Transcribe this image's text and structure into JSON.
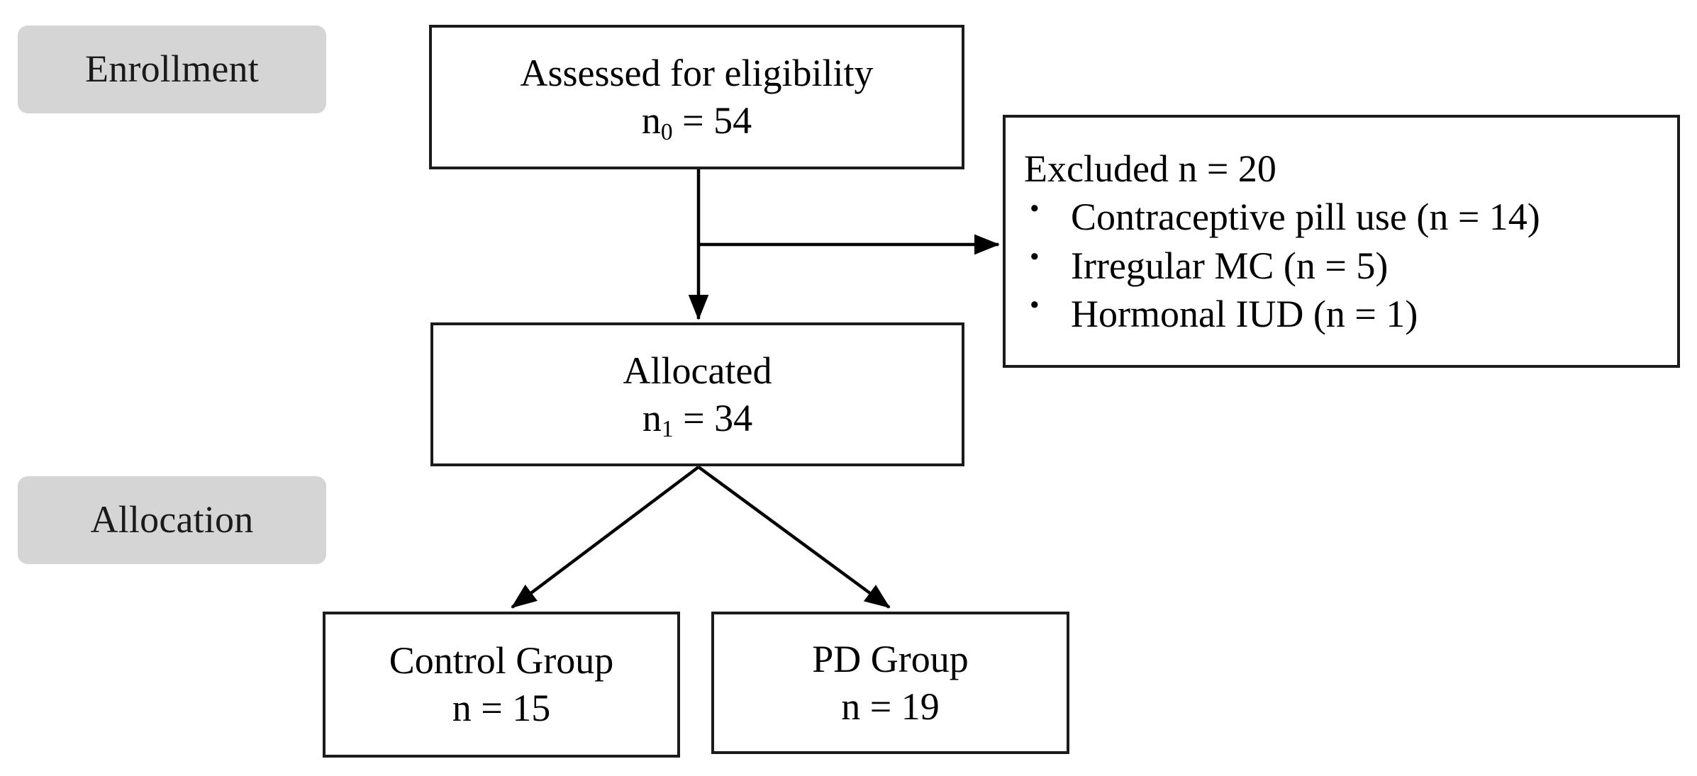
{
  "diagram": {
    "title": "CONSORT participant flow diagram",
    "colors": {
      "stage_label_background": "#d5d5d5",
      "box_border": "#1b1b1b",
      "box_background": "#ffffff",
      "text": "#000000",
      "connector": "#000000"
    }
  },
  "stages": {
    "enrollment_label": "Enrollment",
    "allocation_label": "Allocation"
  },
  "nodes": {
    "assessed": {
      "line1": "Assessed for eligibility",
      "line2_prefix": "n",
      "line2_subscript": "0",
      "line2_suffix": " = 54",
      "value": 54
    },
    "excluded": {
      "heading": "Excluded n = 20",
      "total": 20,
      "reasons": [
        {
          "label": "Contraceptive pill use (n = 14)",
          "n": 14
        },
        {
          "label": "Irregular MC (n = 5)",
          "n": 5
        },
        {
          "label": "Hormonal IUD (n = 1)",
          "n": 1
        }
      ]
    },
    "allocated": {
      "line1": "Allocated",
      "line2_prefix": "n",
      "line2_subscript": "1",
      "line2_suffix": " = 34",
      "value": 34
    },
    "control_group": {
      "line1": "Control Group",
      "line2": "n = 15",
      "value": 15
    },
    "pd_group": {
      "line1": "PD Group",
      "line2": "n = 19",
      "value": 19
    }
  },
  "connectors": [
    {
      "name": "assessed-to-allocated",
      "type": "arrow-down"
    },
    {
      "name": "assessed-to-excluded",
      "type": "arrow-right"
    },
    {
      "name": "allocated-to-control",
      "type": "arrow-diagonal-left"
    },
    {
      "name": "allocated-to-pd",
      "type": "arrow-diagonal-right"
    }
  ]
}
